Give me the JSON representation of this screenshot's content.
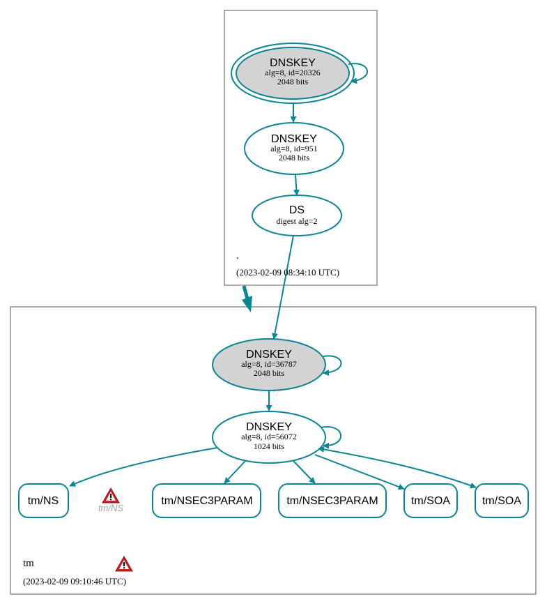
{
  "colors": {
    "edge": "#0a8595",
    "ksk_fill": "#d3d3d3",
    "zone_border": "#555555",
    "warning_red": "#cc2222"
  },
  "root_zone": {
    "name": ".",
    "timestamp": "(2023-02-09 08:34:10 UTC)",
    "ksk": {
      "title": "DNSKEY",
      "line1": "alg=8, id=20326",
      "line2": "2048 bits"
    },
    "zsk": {
      "title": "DNSKEY",
      "line1": "alg=8, id=951",
      "line2": "2048 bits"
    }
  },
  "ds": {
    "title": "DS",
    "line1": "digest alg=2"
  },
  "tm_zone": {
    "name": "tm",
    "timestamp": "(2023-02-09 09:10:46 UTC)",
    "ksk": {
      "title": "DNSKEY",
      "line1": "alg=8, id=36787",
      "line2": "2048 bits"
    },
    "zsk": {
      "title": "DNSKEY",
      "line1": "alg=8, id=56072",
      "line2": "1024 bits"
    },
    "rrsets": [
      "tm/NS",
      "tm/NSEC3PARAM",
      "tm/NSEC3PARAM",
      "tm/SOA",
      "tm/SOA"
    ],
    "warning_label": "tm/NS"
  }
}
